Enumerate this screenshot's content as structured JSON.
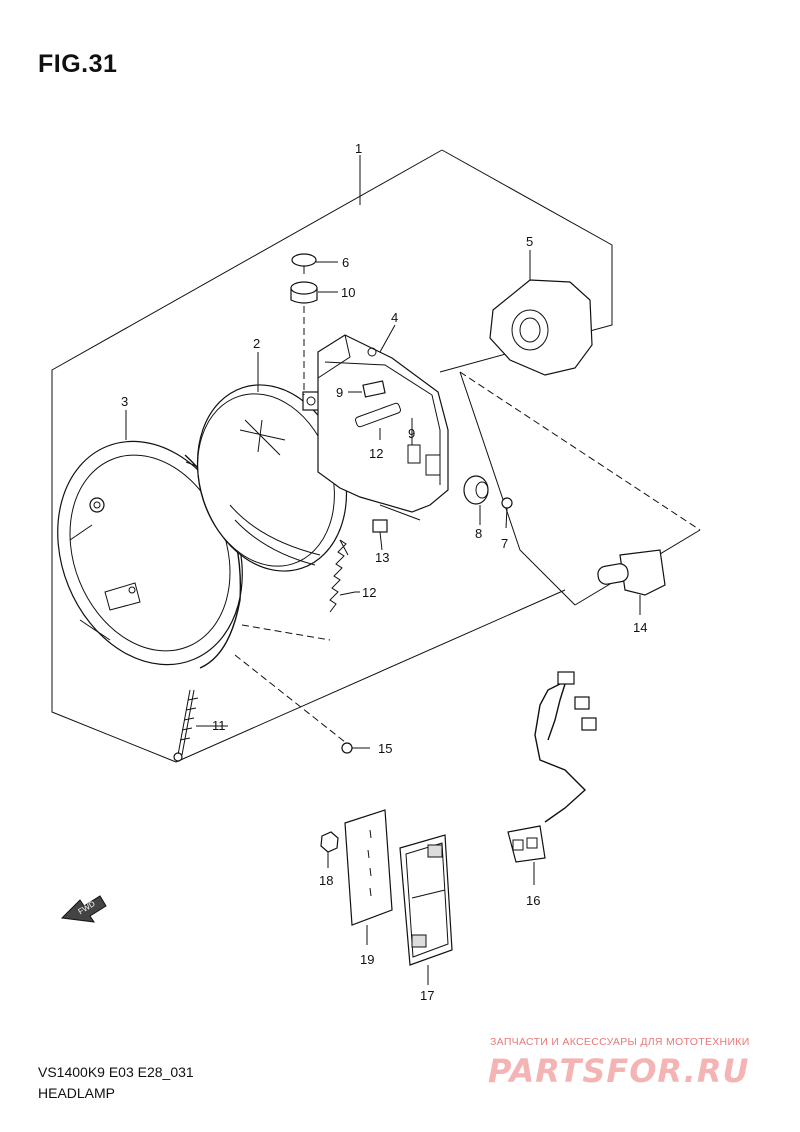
{
  "figure": {
    "title": "FIG.31"
  },
  "footer": {
    "model_code": "VS1400K9 E03 E28_031",
    "section_name": "HEADLAMP"
  },
  "watermark": {
    "tagline": "ЗАПЧАСТИ И АКСЕССУАРЫ ДЛЯ МОТОТЕХНИКИ",
    "logo": "PARTSFOR.RU",
    "color": "#f4b4b4"
  },
  "direction_arrow": {
    "label": "FWD"
  },
  "callouts": {
    "c1": "1",
    "c2": "2",
    "c3": "3",
    "c4": "4",
    "c5": "5",
    "c6": "6",
    "c7": "7",
    "c8": "8",
    "c9a": "9",
    "c9b": "9",
    "c10": "10",
    "c11": "11",
    "c12a": "12",
    "c12b": "12",
    "c13": "13",
    "c14": "14",
    "c15": "15",
    "c16": "16",
    "c17": "17",
    "c18": "18",
    "c19": "19"
  }
}
